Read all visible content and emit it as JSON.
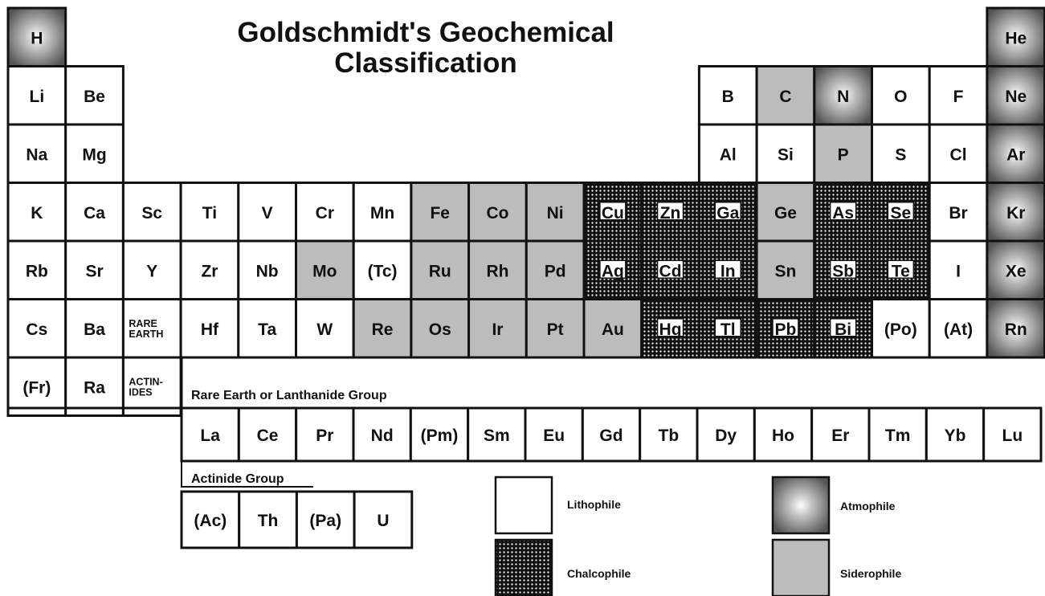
{
  "title": [
    "Goldschmidt's Geochemical",
    "Classification"
  ],
  "colors": {
    "lithophile": "#ffffff",
    "siderophile": "#bcbcbc",
    "chalcophile_bg": "#111111",
    "chalcophile_dot": "#ffffff",
    "atmophile_center": "#ffffff",
    "atmophile_edge": "#555555",
    "stroke": "#111111"
  },
  "rare_earth_label": "Rare Earth or Lanthanide Group",
  "actinide_label": "Actinide Group",
  "legend": [
    {
      "key": "lithophile",
      "label": "Lithophile"
    },
    {
      "key": "chalcophile",
      "label": "Chalcophile"
    },
    {
      "key": "atmophile",
      "label": "Atmophile"
    },
    {
      "key": "siderophile",
      "label": "Siderophile"
    }
  ],
  "main_table": [
    {
      "row": 1,
      "col": 1,
      "sym": "H",
      "cls": "atmophile"
    },
    {
      "row": 1,
      "col": 18,
      "sym": "He",
      "cls": "atmophile"
    },
    {
      "row": 2,
      "col": 1,
      "sym": "Li",
      "cls": "lithophile"
    },
    {
      "row": 2,
      "col": 2,
      "sym": "Be",
      "cls": "lithophile"
    },
    {
      "row": 2,
      "col": 13,
      "sym": "B",
      "cls": "lithophile"
    },
    {
      "row": 2,
      "col": 14,
      "sym": "C",
      "cls": "siderophile"
    },
    {
      "row": 2,
      "col": 15,
      "sym": "N",
      "cls": "atmophile"
    },
    {
      "row": 2,
      "col": 16,
      "sym": "O",
      "cls": "lithophile"
    },
    {
      "row": 2,
      "col": 17,
      "sym": "F",
      "cls": "lithophile"
    },
    {
      "row": 2,
      "col": 18,
      "sym": "Ne",
      "cls": "atmophile"
    },
    {
      "row": 3,
      "col": 1,
      "sym": "Na",
      "cls": "lithophile"
    },
    {
      "row": 3,
      "col": 2,
      "sym": "Mg",
      "cls": "lithophile"
    },
    {
      "row": 3,
      "col": 13,
      "sym": "Al",
      "cls": "lithophile"
    },
    {
      "row": 3,
      "col": 14,
      "sym": "Si",
      "cls": "lithophile"
    },
    {
      "row": 3,
      "col": 15,
      "sym": "P",
      "cls": "siderophile"
    },
    {
      "row": 3,
      "col": 16,
      "sym": "S",
      "cls": "lithophile"
    },
    {
      "row": 3,
      "col": 17,
      "sym": "Cl",
      "cls": "lithophile"
    },
    {
      "row": 3,
      "col": 18,
      "sym": "Ar",
      "cls": "atmophile"
    },
    {
      "row": 4,
      "col": 1,
      "sym": "K",
      "cls": "lithophile"
    },
    {
      "row": 4,
      "col": 2,
      "sym": "Ca",
      "cls": "lithophile"
    },
    {
      "row": 4,
      "col": 3,
      "sym": "Sc",
      "cls": "lithophile"
    },
    {
      "row": 4,
      "col": 4,
      "sym": "Ti",
      "cls": "lithophile"
    },
    {
      "row": 4,
      "col": 5,
      "sym": "V",
      "cls": "lithophile"
    },
    {
      "row": 4,
      "col": 6,
      "sym": "Cr",
      "cls": "lithophile"
    },
    {
      "row": 4,
      "col": 7,
      "sym": "Mn",
      "cls": "lithophile"
    },
    {
      "row": 4,
      "col": 8,
      "sym": "Fe",
      "cls": "siderophile"
    },
    {
      "row": 4,
      "col": 9,
      "sym": "Co",
      "cls": "siderophile"
    },
    {
      "row": 4,
      "col": 10,
      "sym": "Ni",
      "cls": "siderophile"
    },
    {
      "row": 4,
      "col": 11,
      "sym": "Cu",
      "cls": "chalcophile"
    },
    {
      "row": 4,
      "col": 12,
      "sym": "Zn",
      "cls": "chalcophile"
    },
    {
      "row": 4,
      "col": 13,
      "sym": "Ga",
      "cls": "chalcophile"
    },
    {
      "row": 4,
      "col": 14,
      "sym": "Ge",
      "cls": "siderophile"
    },
    {
      "row": 4,
      "col": 15,
      "sym": "As",
      "cls": "chalcophile"
    },
    {
      "row": 4,
      "col": 16,
      "sym": "Se",
      "cls": "chalcophile"
    },
    {
      "row": 4,
      "col": 17,
      "sym": "Br",
      "cls": "lithophile"
    },
    {
      "row": 4,
      "col": 18,
      "sym": "Kr",
      "cls": "atmophile"
    },
    {
      "row": 5,
      "col": 1,
      "sym": "Rb",
      "cls": "lithophile"
    },
    {
      "row": 5,
      "col": 2,
      "sym": "Sr",
      "cls": "lithophile"
    },
    {
      "row": 5,
      "col": 3,
      "sym": "Y",
      "cls": "lithophile"
    },
    {
      "row": 5,
      "col": 4,
      "sym": "Zr",
      "cls": "lithophile"
    },
    {
      "row": 5,
      "col": 5,
      "sym": "Nb",
      "cls": "lithophile"
    },
    {
      "row": 5,
      "col": 6,
      "sym": "Mo",
      "cls": "siderophile"
    },
    {
      "row": 5,
      "col": 7,
      "sym": "(Tc)",
      "cls": "lithophile"
    },
    {
      "row": 5,
      "col": 8,
      "sym": "Ru",
      "cls": "siderophile"
    },
    {
      "row": 5,
      "col": 9,
      "sym": "Rh",
      "cls": "siderophile"
    },
    {
      "row": 5,
      "col": 10,
      "sym": "Pd",
      "cls": "siderophile"
    },
    {
      "row": 5,
      "col": 11,
      "sym": "Ag",
      "cls": "chalcophile"
    },
    {
      "row": 5,
      "col": 12,
      "sym": "Cd",
      "cls": "chalcophile"
    },
    {
      "row": 5,
      "col": 13,
      "sym": "In",
      "cls": "chalcophile"
    },
    {
      "row": 5,
      "col": 14,
      "sym": "Sn",
      "cls": "siderophile"
    },
    {
      "row": 5,
      "col": 15,
      "sym": "Sb",
      "cls": "chalcophile"
    },
    {
      "row": 5,
      "col": 16,
      "sym": "Te",
      "cls": "chalcophile"
    },
    {
      "row": 5,
      "col": 17,
      "sym": "I",
      "cls": "lithophile"
    },
    {
      "row": 5,
      "col": 18,
      "sym": "Xe",
      "cls": "atmophile"
    },
    {
      "row": 6,
      "col": 1,
      "sym": "Cs",
      "cls": "lithophile"
    },
    {
      "row": 6,
      "col": 2,
      "sym": "Ba",
      "cls": "lithophile"
    },
    {
      "row": 6,
      "col": 3,
      "sym": "RARE\nEARTH",
      "cls": "lithophile",
      "small": true
    },
    {
      "row": 6,
      "col": 4,
      "sym": "Hf",
      "cls": "lithophile"
    },
    {
      "row": 6,
      "col": 5,
      "sym": "Ta",
      "cls": "lithophile"
    },
    {
      "row": 6,
      "col": 6,
      "sym": "W",
      "cls": "lithophile"
    },
    {
      "row": 6,
      "col": 7,
      "sym": "Re",
      "cls": "siderophile"
    },
    {
      "row": 6,
      "col": 8,
      "sym": "Os",
      "cls": "siderophile"
    },
    {
      "row": 6,
      "col": 9,
      "sym": "Ir",
      "cls": "siderophile"
    },
    {
      "row": 6,
      "col": 10,
      "sym": "Pt",
      "cls": "siderophile"
    },
    {
      "row": 6,
      "col": 11,
      "sym": "Au",
      "cls": "siderophile"
    },
    {
      "row": 6,
      "col": 12,
      "sym": "Hg",
      "cls": "chalcophile"
    },
    {
      "row": 6,
      "col": 13,
      "sym": "Tl",
      "cls": "chalcophile"
    },
    {
      "row": 6,
      "col": 14,
      "sym": "Pb",
      "cls": "chalcophile"
    },
    {
      "row": 6,
      "col": 15,
      "sym": "Bi",
      "cls": "chalcophile"
    },
    {
      "row": 6,
      "col": 16,
      "sym": "(Po)",
      "cls": "lithophile"
    },
    {
      "row": 6,
      "col": 17,
      "sym": "(At)",
      "cls": "lithophile"
    },
    {
      "row": 6,
      "col": 18,
      "sym": "Rn",
      "cls": "atmophile"
    },
    {
      "row": 7,
      "col": 1,
      "sym": "(Fr)",
      "cls": "lithophile"
    },
    {
      "row": 7,
      "col": 2,
      "sym": "Ra",
      "cls": "lithophile"
    },
    {
      "row": 7,
      "col": 3,
      "sym": "ACTIN-\nIDES",
      "cls": "lithophile",
      "small": true
    }
  ],
  "lanthanides": [
    {
      "sym": "La",
      "cls": "lithophile"
    },
    {
      "sym": "Ce",
      "cls": "lithophile"
    },
    {
      "sym": "Pr",
      "cls": "lithophile"
    },
    {
      "sym": "Nd",
      "cls": "lithophile"
    },
    {
      "sym": "(Pm)",
      "cls": "lithophile"
    },
    {
      "sym": "Sm",
      "cls": "lithophile"
    },
    {
      "sym": "Eu",
      "cls": "lithophile"
    },
    {
      "sym": "Gd",
      "cls": "lithophile"
    },
    {
      "sym": "Tb",
      "cls": "lithophile"
    },
    {
      "sym": "Dy",
      "cls": "lithophile"
    },
    {
      "sym": "Ho",
      "cls": "lithophile"
    },
    {
      "sym": "Er",
      "cls": "lithophile"
    },
    {
      "sym": "Tm",
      "cls": "lithophile"
    },
    {
      "sym": "Yb",
      "cls": "lithophile"
    },
    {
      "sym": "Lu",
      "cls": "lithophile"
    }
  ],
  "actinides": [
    {
      "sym": "(Ac)",
      "cls": "lithophile"
    },
    {
      "sym": "Th",
      "cls": "lithophile"
    },
    {
      "sym": "(Pa)",
      "cls": "lithophile"
    },
    {
      "sym": "U",
      "cls": "lithophile"
    }
  ]
}
